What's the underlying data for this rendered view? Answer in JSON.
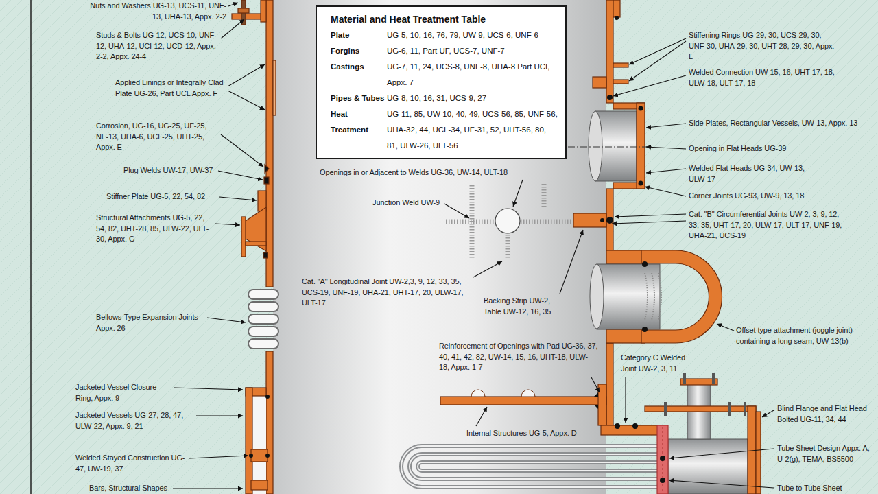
{
  "diagram": {
    "nodes": [
      {
        "text": [
          "Material and Heat Treatment Table",
          "Plate",
          "UG-5, 10, 16, 76, 79, UW-9, UCS-6, UNF-6",
          "Forgins",
          "UG-6, 11, Part UF, UCS-7, UNF-7",
          "Castings",
          "UG-7, 11, 24, UCS-8, UNF-8, UHA-8 Part UCI, Appx. 7",
          "Pipes & Tubes",
          "UG-8, 10, 16, 31, UCS-9, 27",
          "Heat Treatment",
          "UG-11, 85, UW-10, 40, 49, UCS-56, 85, UNF-56, UHA-32, 44, UCL-34, UF-31, 52, UHT-56, 80, 81, ULW-26, ULT-56"
        ]
      }
    ],
    "labels": [
      "Nuts and Washers UG-13, UCS-11, UNF-13, UHA-13, Appx. 2-2",
      "Studs & Bolts UG-12, UCS-10, UNF-12, UHA-12, UCI-12, UCD-12, Appx. 2-2, Appx. 24-4",
      "Applied Linings or Integrally Clad Plate UG-26, Part UCL Appx. F",
      "Corrosion, UG-16, UG-25, UF-25, NF-13, UHA-6, UCL-25, UHT-25, Appx. E",
      "Plug Welds UW-17, UW-37",
      "Stiffner Plate UG-5, 22, 54, 82",
      "Structural Attachments UG-5, 22, 54, 82, UHT-28, 85, ULW-22, ULT-30, Appx. G",
      "Bellows-Type Expansion Joints Appx. 26",
      "Jacketed Vessel Closure Ring, Appx. 9",
      "Jacketed Vessels UG-27, 28, 47, ULW-22, Appx. 9, 21",
      "Welded Stayed Construction UG-47, UW-19, 37",
      "Bars, Structural Shapes",
      "Openings in or Adjacent to Welds UG-36, UW-14, ULT-18",
      "Junction Weld UW-9",
      "Cat. \"A\" Longitudinal Joint UW-2,3, 9, 12, 33, 35, UCS-19, UNF-19, UHA-21, UHT-17, 20, ULW-17, ULT-17",
      "Backing Strip UW-2, Table UW-12, 16, 35",
      "Reinforcement of Openings with Pad UG-36, 37, 40, 41, 42, 82, UW-14, 15, 16, UHT-18, ULW-18, Appx. 1-7",
      "Internal Structures UG-5, Appx. D",
      "Category C Welded Joint UW-2, 3, 11",
      "Stiffening Rings UG-29, 30, UCS-29, 30, UNF-30, UHA-29, 30, UHT-28, 29, 30, Appx. L",
      "Welded Connection UW-15, 16, UHT-17, 18, ULW-18, ULT-17, 18",
      "Side Plates, Rectangular Vessels, UW-13, Appx. 13",
      "Opening in Flat Heads UG-39",
      "Welded Flat Heads UG-34, UW-13, ULW-17",
      "Corner Joints UG-93, UW-9, 13, 18",
      "Cat. \"B\" Circumferential Joints UW-2, 3, 9, 12, 33, 35, UHT-17, 20, ULW-17, ULT-17, UNF-19, UHA-21, UCS-19",
      "Offset type attachment (joggle joint) containing a long seam, UW-13(b)",
      "Blind Flange and Flat Head Bolted UG-11, 34, 44",
      "Tube Sheet Design Appx. A, U-2(g), TEMA, BS5500",
      "Tube to Tube Sheet"
    ]
  }
}
